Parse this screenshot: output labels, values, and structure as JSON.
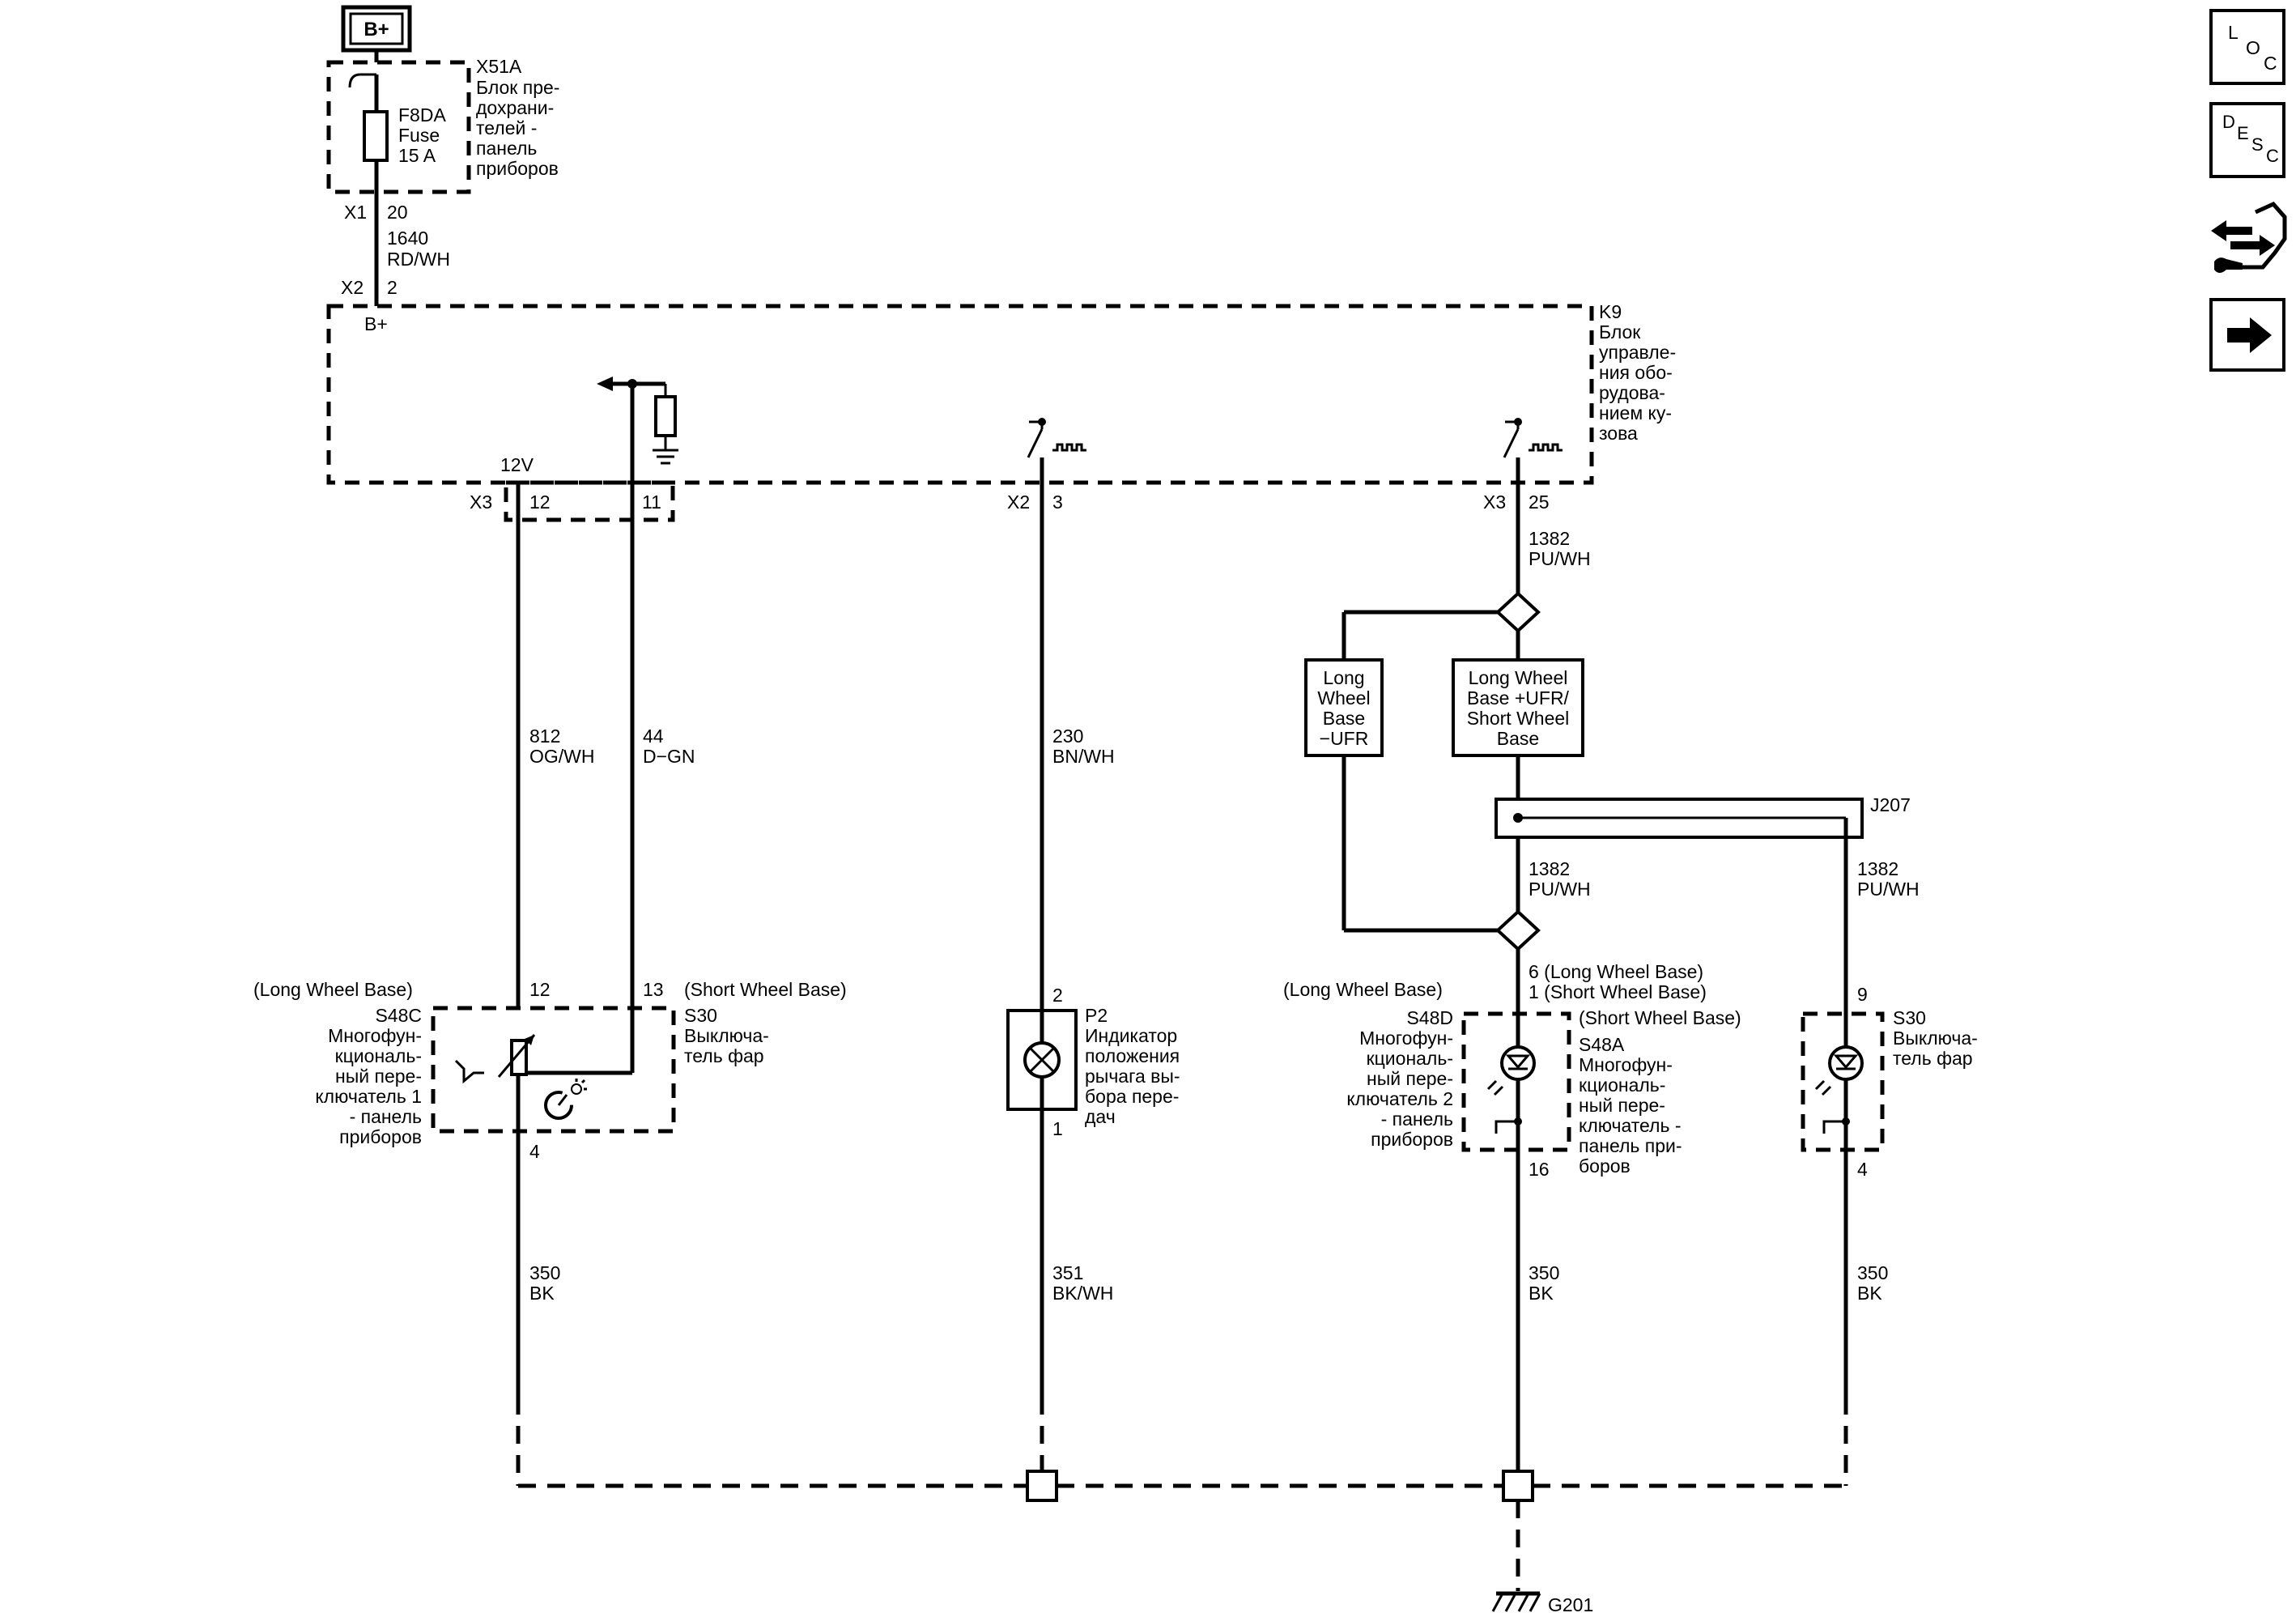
{
  "power": {
    "label": "B+"
  },
  "fuse_block": {
    "id": "X51A",
    "desc": [
      "Блок пре-",
      "дохрани-",
      "телей -",
      "панель",
      "приборов"
    ],
    "fuse": [
      "F8DA",
      "Fuse",
      "15 A"
    ],
    "conn": "X1",
    "pin": "20"
  },
  "wire_1640": {
    "num": "1640",
    "color": "RD/WH"
  },
  "module": {
    "id": "K9",
    "desc": [
      "Блок",
      "управле-",
      "ния обо-",
      "рудова-",
      "нием ку-",
      "зова"
    ],
    "conn_in": "X2",
    "pin_in": "2",
    "bplus": "B+",
    "v12": "12V",
    "conn_x3a": "X3",
    "pin_12": "12",
    "pin_11": "11",
    "conn_x2b": "X2",
    "pin_3": "3",
    "conn_x3b": "X3",
    "pin_25": "25"
  },
  "wires": {
    "w812": {
      "num": "812",
      "color": "OG/WH"
    },
    "w44": {
      "num": "44",
      "color": "D−GN"
    },
    "w230": {
      "num": "230",
      "color": "BN/WH"
    },
    "w1382a": {
      "num": "1382",
      "color": "PU/WH"
    },
    "w1382b": {
      "num": "1382",
      "color": "PU/WH"
    },
    "w1382c": {
      "num": "1382",
      "color": "PU/WH"
    },
    "w350a": {
      "num": "350",
      "color": "BK"
    },
    "w351": {
      "num": "351",
      "color": "BK/WH"
    },
    "w350b": {
      "num": "350",
      "color": "BK"
    },
    "w350c": {
      "num": "350",
      "color": "BK"
    }
  },
  "options": {
    "lwb_ufr": [
      "Long",
      "Wheel",
      "Base",
      "−UFR"
    ],
    "lwb_swb": [
      "Long Wheel",
      "Base +UFR/",
      "Short Wheel",
      "Base"
    ]
  },
  "splice": {
    "id": "J207"
  },
  "s48c": {
    "variant": "(Long Wheel Base)",
    "desc": [
      "S48C",
      "Многофун-",
      "кциональ-",
      "ный пере-",
      "ключатель 1",
      "- панель",
      "приборов"
    ],
    "pin_top": "12",
    "pin_bottom": "4"
  },
  "s30a": {
    "variant": "(Short Wheel Base)",
    "desc": [
      "S30",
      "Выключа-",
      "тель фар"
    ],
    "pin_top": "13"
  },
  "p2": {
    "desc": [
      "P2",
      "Индикатор",
      "положения",
      "рычага вы-",
      "бора пере-",
      "дач"
    ],
    "pin_top": "2",
    "pin_bottom": "1"
  },
  "s48d": {
    "variant": "(Long Wheel Base)",
    "desc": [
      "S48D",
      "Многофун-",
      "кциональ-",
      "ный пере-",
      "ключатель 2",
      "- панель",
      "приборов"
    ],
    "pins": [
      "6 (Long Wheel Base)",
      "1 (Short Wheel Base)"
    ],
    "pin_bottom": "16"
  },
  "s48a": {
    "variant": "(Short Wheel Base)",
    "desc": [
      "S48A",
      "Многофун-",
      "кциональ-",
      "ный пере-",
      "ключатель -",
      "панель при-",
      "боров"
    ]
  },
  "s30b": {
    "desc": [
      "S30",
      "Выключа-",
      "тель фар"
    ],
    "pin_top": "9",
    "pin_bottom": "4"
  },
  "ground": {
    "id": "G201"
  },
  "nav": {
    "loc": [
      "L",
      "O",
      "C"
    ],
    "desc": [
      "D",
      "E",
      "S",
      "C"
    ],
    "connector_icon": "connector-wrench-icon",
    "next_icon": "arrow-right-icon"
  }
}
